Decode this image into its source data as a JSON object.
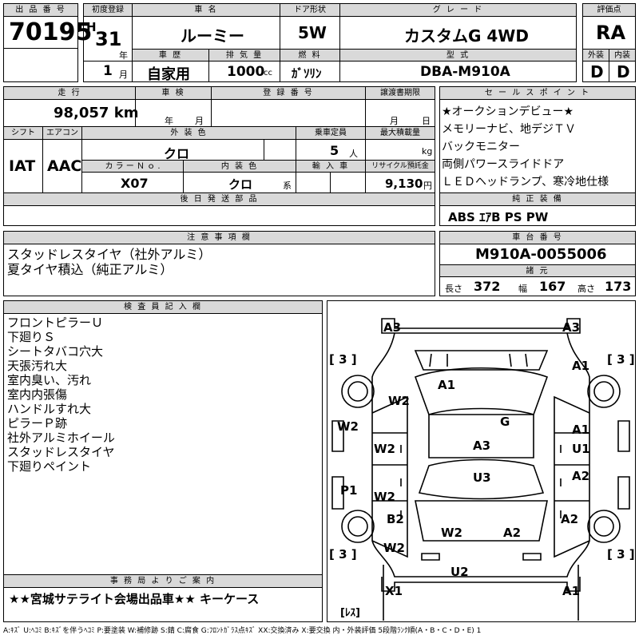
{
  "header": {
    "lot_label": "出 品 番 号",
    "lot_no": "70195",
    "first_reg_label": "初度登録",
    "era": "H",
    "year": "31",
    "year_unit": "年",
    "month": "1",
    "month_unit": "月",
    "car_name_label": "車 名",
    "car_name": "ルーミー",
    "door_label": "ドア形状",
    "door": "5W",
    "grade_label": "グ レ ー ド",
    "grade": "カスタムG 4WD",
    "score_label": "評価点",
    "score": "RA",
    "history_label": "車 歴",
    "history": "自家用",
    "displacement_label": "排 気 量",
    "displacement": "1000",
    "displacement_unit": "cc",
    "fuel_label": "燃 料",
    "fuel": "ｶﾞｿﾘﾝ",
    "model_label": "型 式",
    "model": "DBA-M910A",
    "exterior_label": "外装",
    "exterior": "D",
    "interior_label": "内装",
    "interior": "D"
  },
  "row2": {
    "mileage_label": "走 行",
    "mileage": "98,057 km",
    "inspection_label": "車 検",
    "insp_year_unit": "年",
    "insp_month_unit": "月",
    "regno_label": "登 録 番 号",
    "transfer_label": "譲渡書期限",
    "transfer_month_unit": "月",
    "transfer_day_unit": "日",
    "shift_label": "シフト",
    "shift": "IAT",
    "ac_label": "エアコン",
    "ac": "AAC",
    "ext_color_label": "外 装 色",
    "ext_color": "クロ",
    "capacity_label": "乗車定員",
    "capacity": "5",
    "capacity_unit": "人",
    "maxload_label": "最大積載量",
    "maxload_unit": "kg",
    "colorno_label": "カ ラ ー Ｎ ｏ .",
    "colorno": "X07",
    "int_color_label": "内 装 色",
    "int_color": "クロ",
    "int_color_unit": "系",
    "import_label": "輸 入 車",
    "recycle_label": "リサイクル預託金",
    "recycle": "9,130",
    "recycle_unit": "円",
    "later_label": "後 日 発 送 部 品"
  },
  "sales": {
    "label": "セ ー ル ス ポ イ ン ト",
    "lines": [
      "★オークションデビュー★",
      "メモリーナビ、地デジＴＶ",
      "バックモニター",
      "両側パワースライドドア",
      "ＬＥＤヘッドランプ、寒冷地仕様"
    ],
    "equip_label": "純 正 装 備",
    "equip": "ABS ｴｱB PS PW"
  },
  "notes": {
    "label": "注 意 事 項 欄",
    "lines": [
      "スタッドレスタイヤ（社外アルミ）",
      "夏タイヤ積込（純正アルミ）"
    ]
  },
  "chassis": {
    "label": "車 台 番 号",
    "value": "M910A-0055006",
    "spec_label": "諸 元",
    "length_label": "長さ",
    "length": "372",
    "width_label": "幅",
    "width": "167",
    "height_label": "高さ",
    "height": "173"
  },
  "inspector": {
    "label": "検 査 員 記 入 欄",
    "lines": [
      "フロントピラーＵ",
      "下廻りＳ",
      "シートタバコ穴大",
      "天張汚れ大",
      "室内臭い、汚れ",
      "室内内張傷",
      "ハンドルすれ大",
      "ピラーＰ跡",
      "社外アルミホイール",
      "スタッドレスタイヤ",
      "下廻りペイント"
    ]
  },
  "office": {
    "label": "事 務 局 よ り ご 案 内",
    "text": "★★宮城サテライト会場出品車★★ キーケース"
  },
  "diagram": {
    "marks": {
      "a3_left": "A3",
      "a3_right": "A3",
      "tire_fl": "[ 3 ]",
      "tire_fr": "[ 3 ]",
      "tire_rl": "[ 3 ]",
      "tire_rr": "[ 3 ]",
      "spare": "[ﾚｽ]",
      "a1_roof": "A1",
      "a1_r_front": "A1",
      "a1_r_door": "A1",
      "w2_fender": "W2",
      "w2_side": "W2",
      "w2_door_l1": "W2",
      "w2_door_l2": "W2",
      "g_glass": "G",
      "a3_center": "A3",
      "u1": "U1",
      "u3": "U3",
      "a2_r1": "A2",
      "a2_r2": "A2",
      "a2_rear": "A2",
      "p1": "P1",
      "b2": "B2",
      "w2_rear": "W2",
      "w2_rear2": "W2",
      "u2": "U2",
      "x1": "X1",
      "a1_rear": "A1"
    }
  },
  "legend": "A:ｷｽﾞ U:ﾍｺﾐ B:ｷｽﾞを伴うﾍｺﾐ P:要塗装 W:補修跡 S:錆 C:腐食 G:ﾌﾛﾝﾄｶﾞﾗｽ点ｷｽﾞ XX:交換済み X:要交換 内・外装評価 5段階ﾗﾝｸ順(A・B・C・D・E) 1"
}
